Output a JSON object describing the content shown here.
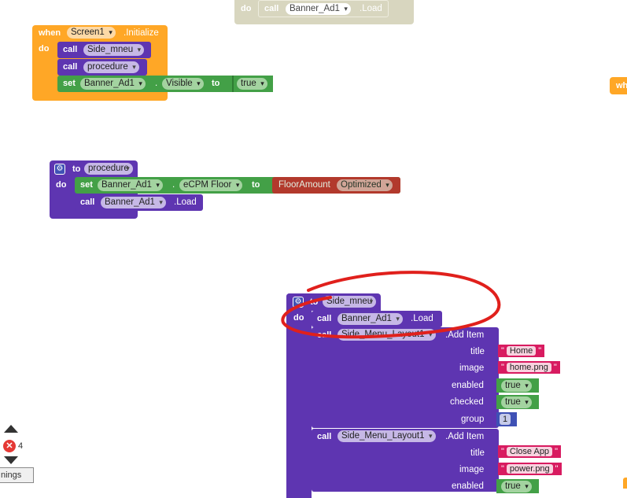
{
  "top_block": {
    "do": "do",
    "call": "call",
    "component": "Banner_Ad1",
    "method": ".Load"
  },
  "screen_init": {
    "when": "when",
    "component": "Screen1",
    "event": ".Initialize",
    "do": "do",
    "statements": [
      {
        "call": "call",
        "target": "Side_mneu"
      },
      {
        "call": "call",
        "target": "procedure"
      }
    ],
    "set": {
      "set": "set",
      "component": "Banner_Ad1",
      "dot": ".",
      "property": "Visible",
      "to": "to",
      "value": "true"
    }
  },
  "procedure_block": {
    "to": "to",
    "name": "procedure",
    "do": "do",
    "set": {
      "set": "set",
      "component": "Banner_Ad1",
      "dot": ".",
      "property": "eCPM Floor",
      "to": "to",
      "value_label": "FloorAmount",
      "value_option": "Optimized"
    },
    "call": {
      "call": "call",
      "component": "Banner_Ad1",
      "method": ".Load"
    }
  },
  "side_menu_block": {
    "to": "to",
    "name": "Side_mneu",
    "do": "do",
    "call_load": {
      "call": "call",
      "component": "Banner_Ad1",
      "method": ".Load"
    },
    "add_items": [
      {
        "call": "call",
        "component": "Side_Menu_Layout1",
        "method": ".Add Item",
        "fields": {
          "title_label": "title",
          "title": "Home",
          "image_label": "image",
          "image": "home.png",
          "enabled_label": "enabled",
          "enabled": "true",
          "checked_label": "checked",
          "checked": "true",
          "group_label": "group",
          "group": "1"
        }
      },
      {
        "call": "call",
        "component": "Side_Menu_Layout1",
        "method": ".Add Item",
        "fields": {
          "title_label": "title",
          "title": "Close App",
          "image_label": "image",
          "image": "power.png",
          "enabled_label": "enabled",
          "enabled": "true"
        }
      }
    ]
  },
  "right_edge_block": {
    "label": "wh"
  },
  "workspace_controls": {
    "error_count": "4",
    "warnings_label": "nings"
  },
  "colors": {
    "event": "#ffa726",
    "procedure": "#5e35b1",
    "setter": "#43a047",
    "text": "#d81b60",
    "number": "#3f51b5",
    "annotation": "#e0201c"
  }
}
